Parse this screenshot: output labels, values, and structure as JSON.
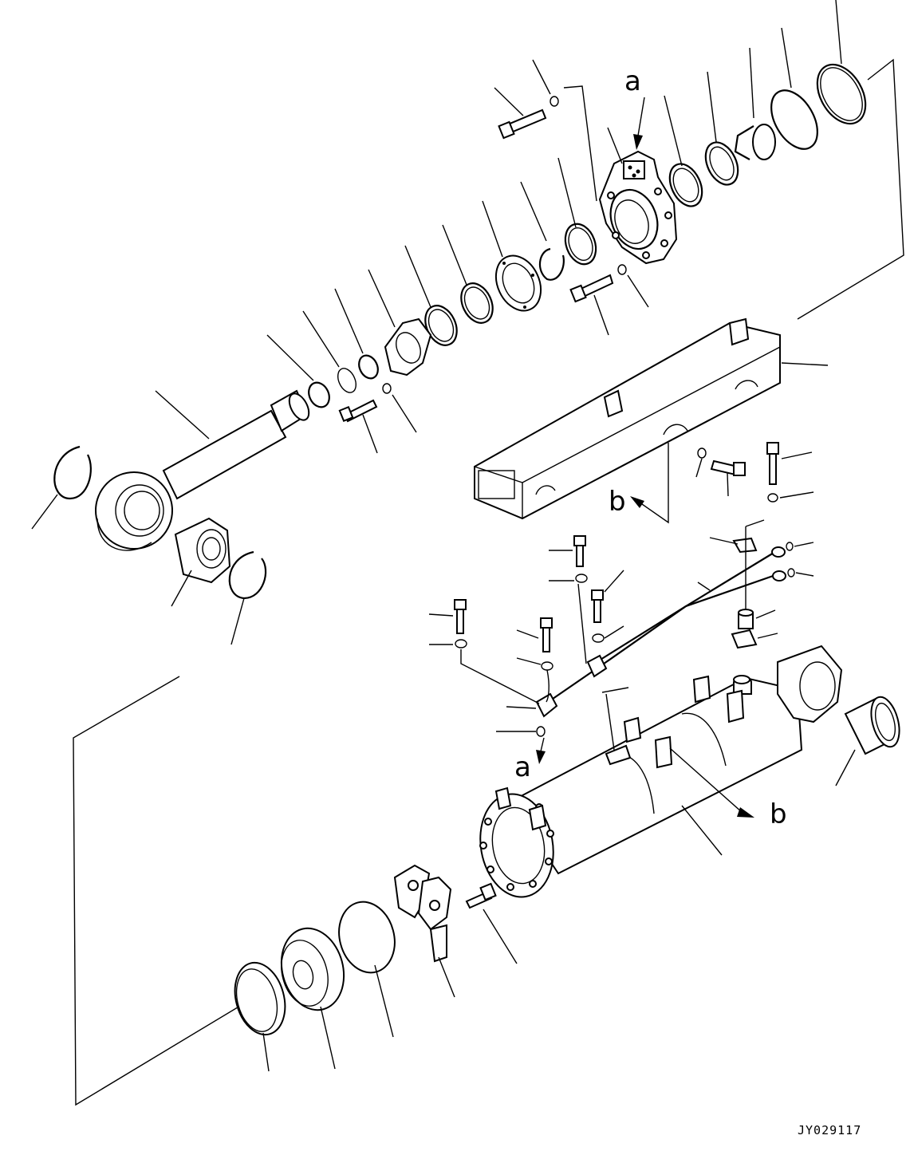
{
  "diagram": {
    "callouts": {
      "a_top": "a",
      "a_bottom": "a",
      "b_upper": "b",
      "b_lower": "b"
    },
    "drawing_code": "JY029117"
  }
}
